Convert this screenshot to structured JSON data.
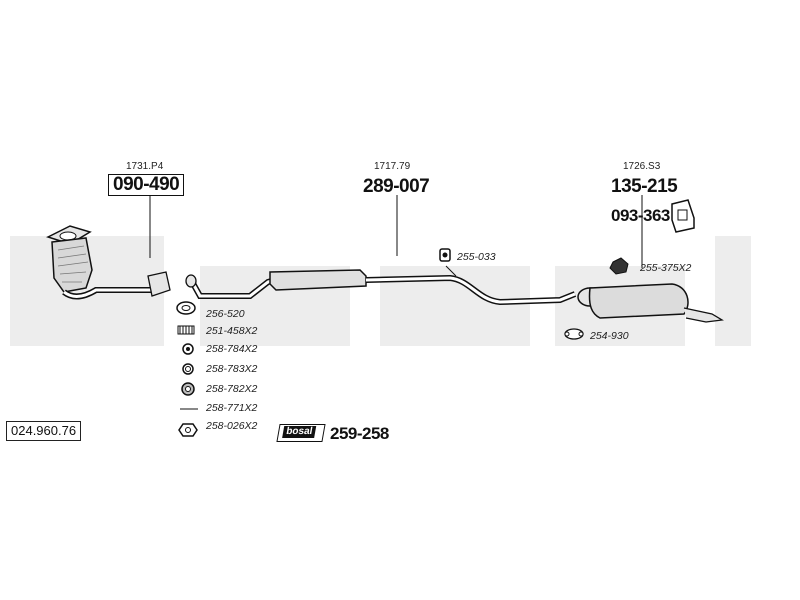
{
  "document": {
    "code": "024.960.76"
  },
  "assemblies": [
    {
      "ref": "1731.P4",
      "part": "090-490"
    },
    {
      "ref": "1717.79",
      "part": "289-007"
    },
    {
      "ref": "1726.S3",
      "part": "135-215"
    }
  ],
  "mounting_bracket": {
    "part": "093-363"
  },
  "fittings_left": [
    {
      "code": "256-520"
    },
    {
      "code": "251-458X2"
    },
    {
      "code": "258-784X2"
    },
    {
      "code": "258-783X2"
    },
    {
      "code": "258-782X2"
    },
    {
      "code": "258-771X2"
    },
    {
      "code": "258-026X2"
    }
  ],
  "fittings_mid": [
    {
      "code": "255-033"
    }
  ],
  "fittings_right": [
    {
      "code": "255-375X2"
    },
    {
      "code": "254-930"
    }
  ],
  "kit": {
    "logo_text": "bosal",
    "part": "259-258"
  },
  "watermark": {
    "text": "bosal"
  },
  "colors": {
    "line": "#111111",
    "watermark": "#ededed",
    "part_fill": "#e6e6e6"
  }
}
